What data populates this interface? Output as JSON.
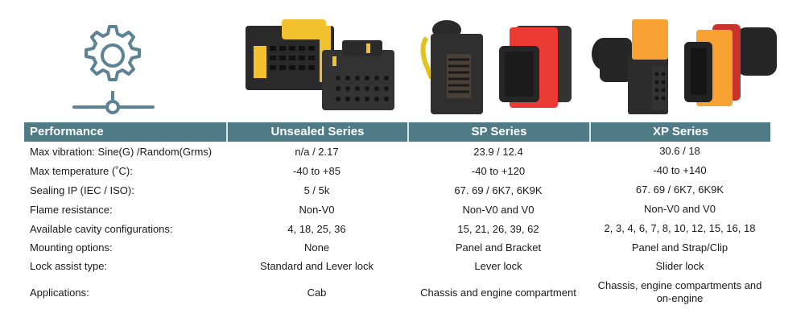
{
  "icon": {
    "name": "gear-network-icon",
    "color": "#5b8395"
  },
  "images": [
    {
      "name": "unsealed-series-connectors",
      "series": "Unsealed Series"
    },
    {
      "name": "sp-series-connectors",
      "series": "SP Series"
    },
    {
      "name": "xp-series-connectors",
      "series": "XP Series"
    }
  ],
  "table": {
    "header_color": "#4e7b86",
    "headers": [
      "Performance",
      "Unsealed Series",
      "SP Series",
      "XP Series"
    ],
    "rows": [
      {
        "label": "Max vibration: Sine(G) /Random(Grms)",
        "unsealed": "n/a / 2.17",
        "sp": "23.9 / 12.4",
        "xp": "30.6 / 18"
      },
      {
        "label": "Max temperature (˚C):",
        "unsealed": "-40 to +85",
        "sp": "-40 to +120",
        "xp": "-40 to +140"
      },
      {
        "label": "Sealing IP (IEC / ISO):",
        "unsealed": "5 / 5k",
        "sp": "67. 69 / 6K7, 6K9K",
        "xp": "67. 69 / 6K7, 6K9K"
      },
      {
        "label": "Flame resistance:",
        "unsealed": "Non-V0",
        "sp": "Non-V0 and V0",
        "xp": "Non-V0 and V0"
      },
      {
        "label": "Available cavity configurations:",
        "unsealed": "4, 18, 25, 36",
        "sp": "15, 21, 26, 39, 62",
        "xp": "2, 3, 4, 6, 7, 8, 10, 12, 15, 16, 18"
      },
      {
        "label": "Mounting options:",
        "unsealed": "None",
        "sp": "Panel and Bracket",
        "xp": "Panel and Strap/Clip"
      },
      {
        "label": "Lock assist type:",
        "unsealed": "Standard and Lever lock",
        "sp": "Lever lock",
        "xp": "Slider lock"
      },
      {
        "label": "Applications:",
        "unsealed": "Cab",
        "sp": "Chassis and engine compartment",
        "xp": "Chassis, engine compartments and on-engine"
      }
    ]
  }
}
